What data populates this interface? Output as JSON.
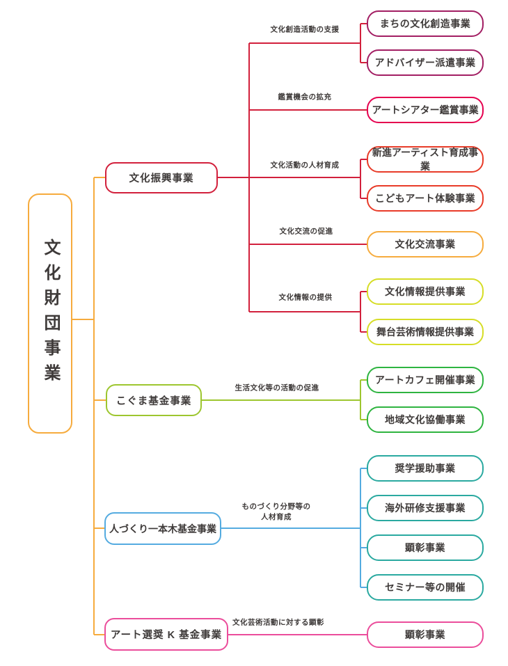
{
  "colors": {
    "trunk_orange": "#f6ab3d",
    "branch_red": "#d2203c",
    "magenta": "#a21e63",
    "pink_red": "#e5004f",
    "vermillion": "#e83b28",
    "yellow_green": "#d6dd26",
    "lime": "#9dc62f",
    "green": "#2eb440",
    "blue": "#54abe0",
    "teal": "#2aa9a0",
    "pink": "#eb4d9b",
    "text": "#3e3a39",
    "background": "#ffffff"
  },
  "diagram": {
    "root": {
      "label": "文化財団事業"
    },
    "sections": [
      {
        "label": "文化振興事業",
        "branches": [
          {
            "label": "文化創造活動の支援",
            "leaves": [
              {
                "label": "まちの文化創造事業"
              },
              {
                "label": "アドバイザー派遣事業"
              }
            ]
          },
          {
            "label": "鑑賞機会の拡充",
            "leaves": [
              {
                "label": "アートシアター鑑賞事業"
              }
            ]
          },
          {
            "label": "文化活動の人材育成",
            "leaves": [
              {
                "label": "新進アーティスト育成事業"
              },
              {
                "label": "こどもアート体験事業"
              }
            ]
          },
          {
            "label": "文化交流の促進",
            "leaves": [
              {
                "label": "文化交流事業"
              }
            ]
          },
          {
            "label": "文化情報の提供",
            "leaves": [
              {
                "label": "文化情報提供事業"
              },
              {
                "label": "舞台芸術情報提供事業"
              }
            ]
          }
        ]
      },
      {
        "label": "こぐま基金事業",
        "branches": [
          {
            "label": "生活文化等の活動の促進",
            "leaves": [
              {
                "label": "アートカフェ開催事業"
              },
              {
                "label": "地域文化協働事業"
              }
            ]
          }
        ]
      },
      {
        "label": "人づくり一本木基金事業",
        "branches": [
          {
            "label": "ものづくり分野等の\n人材育成",
            "leaves": [
              {
                "label": "奨学援助事業"
              },
              {
                "label": "海外研修支援事業"
              },
              {
                "label": "顕彰事業"
              },
              {
                "label": "セミナー等の開催"
              }
            ]
          }
        ]
      },
      {
        "label": "アート選奨 K 基金事業",
        "branches": [
          {
            "label": "文化芸術活動に対する顕彰",
            "leaves": [
              {
                "label": "顕彰事業"
              }
            ]
          }
        ]
      }
    ]
  }
}
